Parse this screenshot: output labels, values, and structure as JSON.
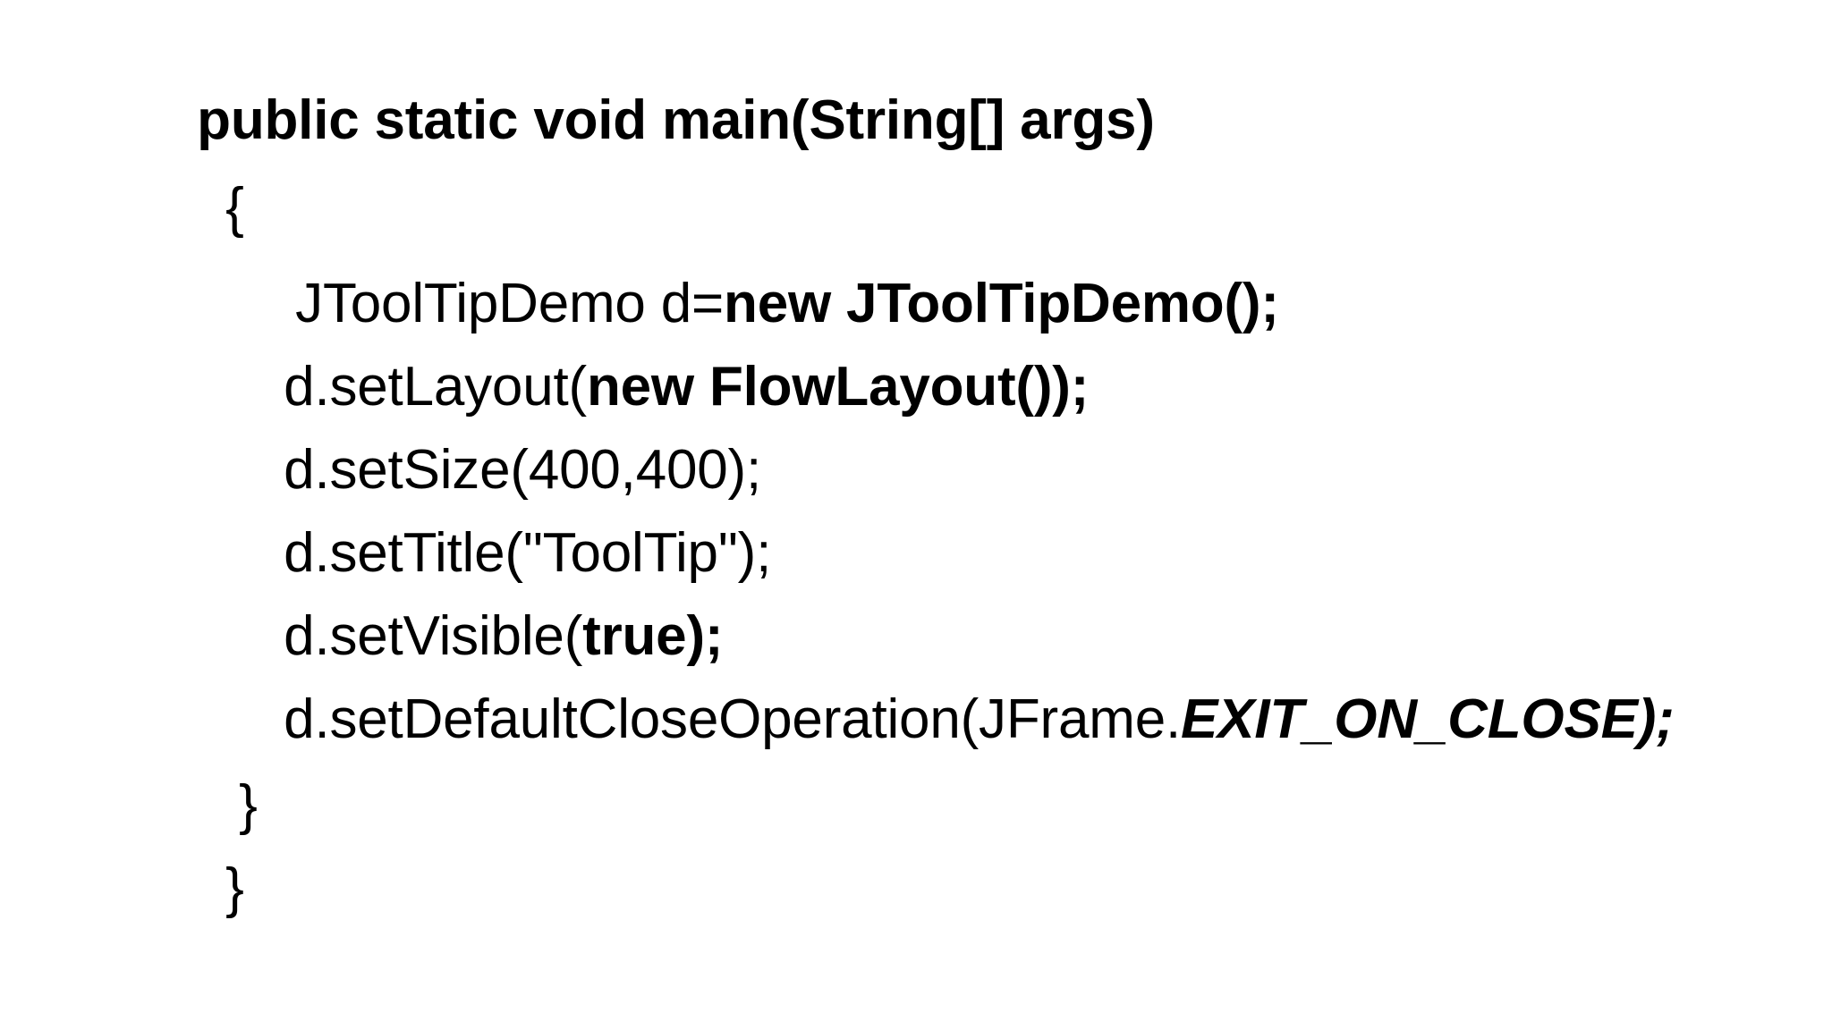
{
  "slide": {
    "background_color": "#ffffff",
    "text_color": "#000000",
    "language": "java",
    "code_lines": [
      {
        "id": "line-1",
        "plain": "public static void main(String[] args)",
        "segments": [
          {
            "text": "public static void main(String[] args)",
            "style": "bold"
          }
        ]
      },
      {
        "id": "line-2",
        "plain": "{",
        "segments": [
          {
            "text": "{",
            "style": "regular"
          }
        ]
      },
      {
        "id": "line-3",
        "plain": "JToolTipDemo d=new JToolTipDemo();",
        "segments": [
          {
            "text": "JToolTipDemo d=",
            "style": "regular"
          },
          {
            "text": "new JToolTipDemo();",
            "style": "bold"
          }
        ]
      },
      {
        "id": "line-4",
        "plain": "d.setLayout(new FlowLayout());",
        "segments": [
          {
            "text": "d.setLayout(",
            "style": "regular"
          },
          {
            "text": "new FlowLayout());",
            "style": "bold"
          }
        ]
      },
      {
        "id": "line-5",
        "plain": "d.setSize(400,400);",
        "segments": [
          {
            "text": "d.setSize(400,400);",
            "style": "regular"
          }
        ]
      },
      {
        "id": "line-6",
        "plain": "d.setTitle(\"ToolTip\");",
        "segments": [
          {
            "text": "d.setTitle(\"ToolTip\");",
            "style": "regular"
          }
        ]
      },
      {
        "id": "line-7",
        "plain": "d.setVisible(true);",
        "segments": [
          {
            "text": "d.setVisible(",
            "style": "regular"
          },
          {
            "text": "true);",
            "style": "bold"
          }
        ]
      },
      {
        "id": "line-8",
        "plain": "d.setDefaultCloseOperation(JFrame.EXIT_ON_CLOSE);",
        "segments": [
          {
            "text": "d.setDefaultCloseOperation(JFrame.",
            "style": "regular"
          },
          {
            "text": "EXIT_ON_CLOSE);",
            "style": "bolditalic"
          }
        ]
      },
      {
        "id": "line-9",
        "plain": "}",
        "segments": [
          {
            "text": "}",
            "style": "regular"
          }
        ]
      },
      {
        "id": "line-10",
        "plain": "}",
        "segments": [
          {
            "text": "}",
            "style": "regular"
          }
        ]
      }
    ]
  }
}
